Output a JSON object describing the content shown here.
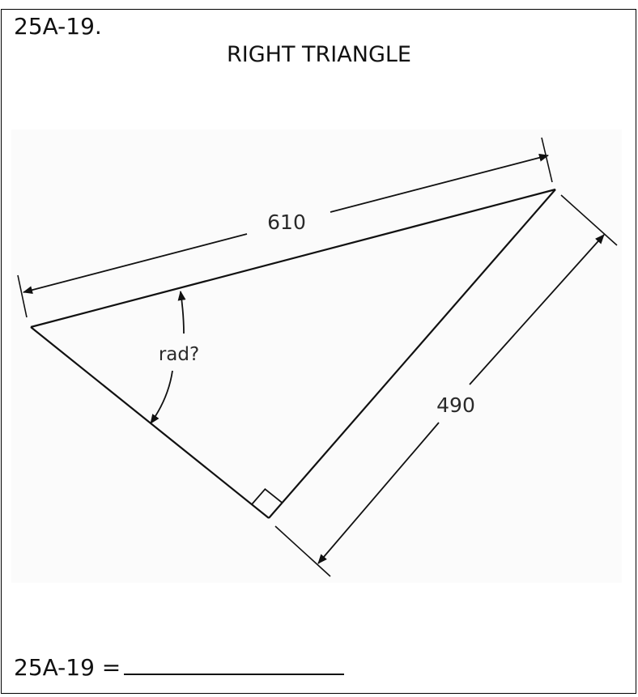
{
  "problem": {
    "number_label": "25A-19.",
    "title": "RIGHT TRIANGLE",
    "answer_label": "25A-19 ="
  },
  "diagram": {
    "hypotenuse_label": "610",
    "side_label": "490",
    "angle_label": "rad?"
  },
  "colors": {
    "stroke": "#111111",
    "panel": "#fbfbfb"
  }
}
